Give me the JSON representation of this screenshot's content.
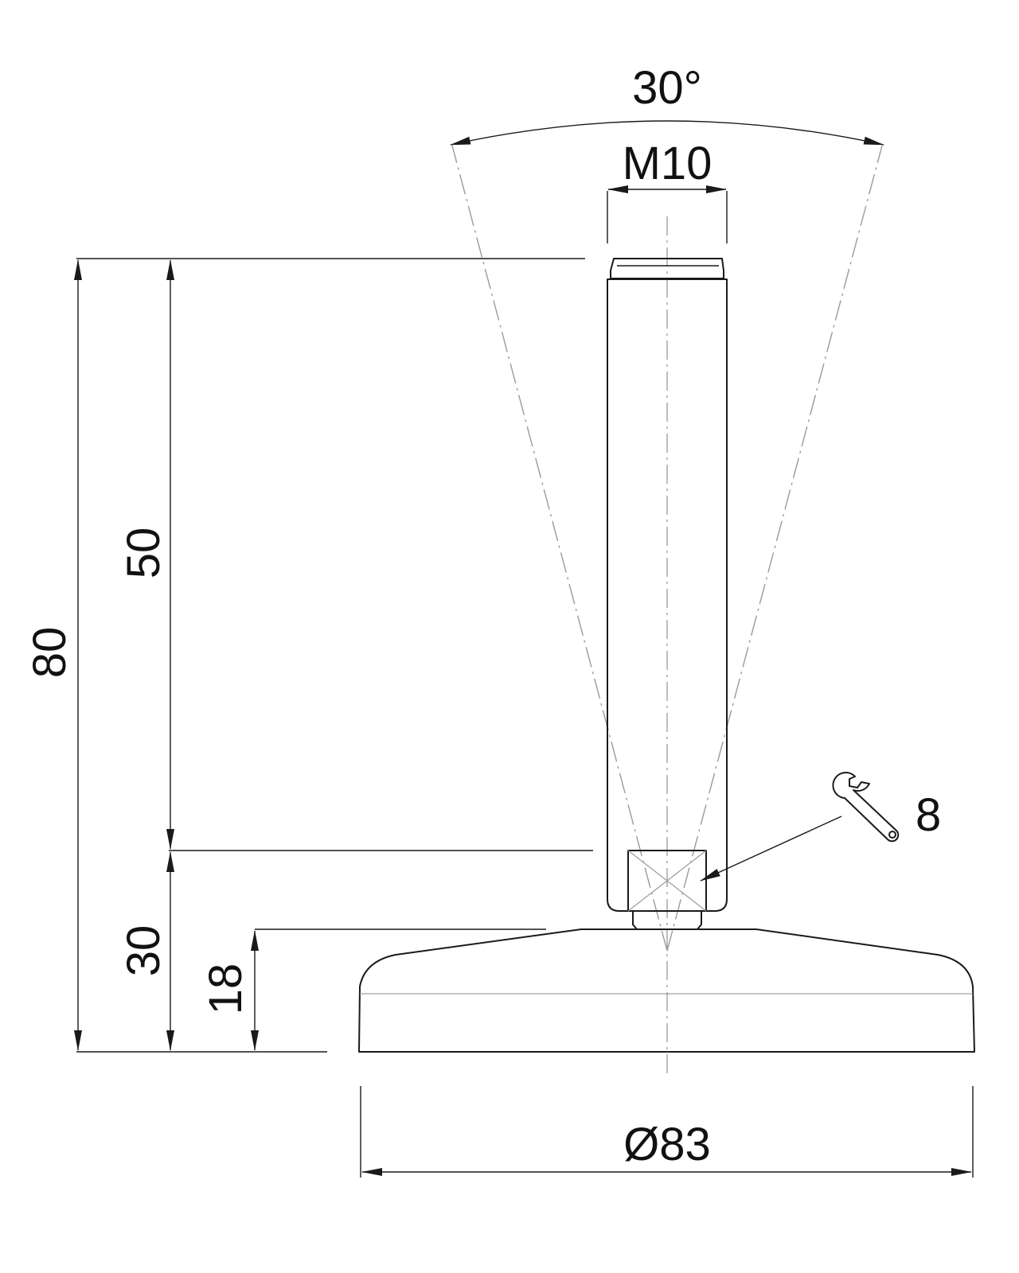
{
  "dimensions": {
    "angle": "30°",
    "thread": "M10",
    "total_height": "80",
    "stem_length": "50",
    "lower_height": "30",
    "base_height": "18",
    "wrench_size": "8",
    "base_diameter": "Ø83"
  }
}
